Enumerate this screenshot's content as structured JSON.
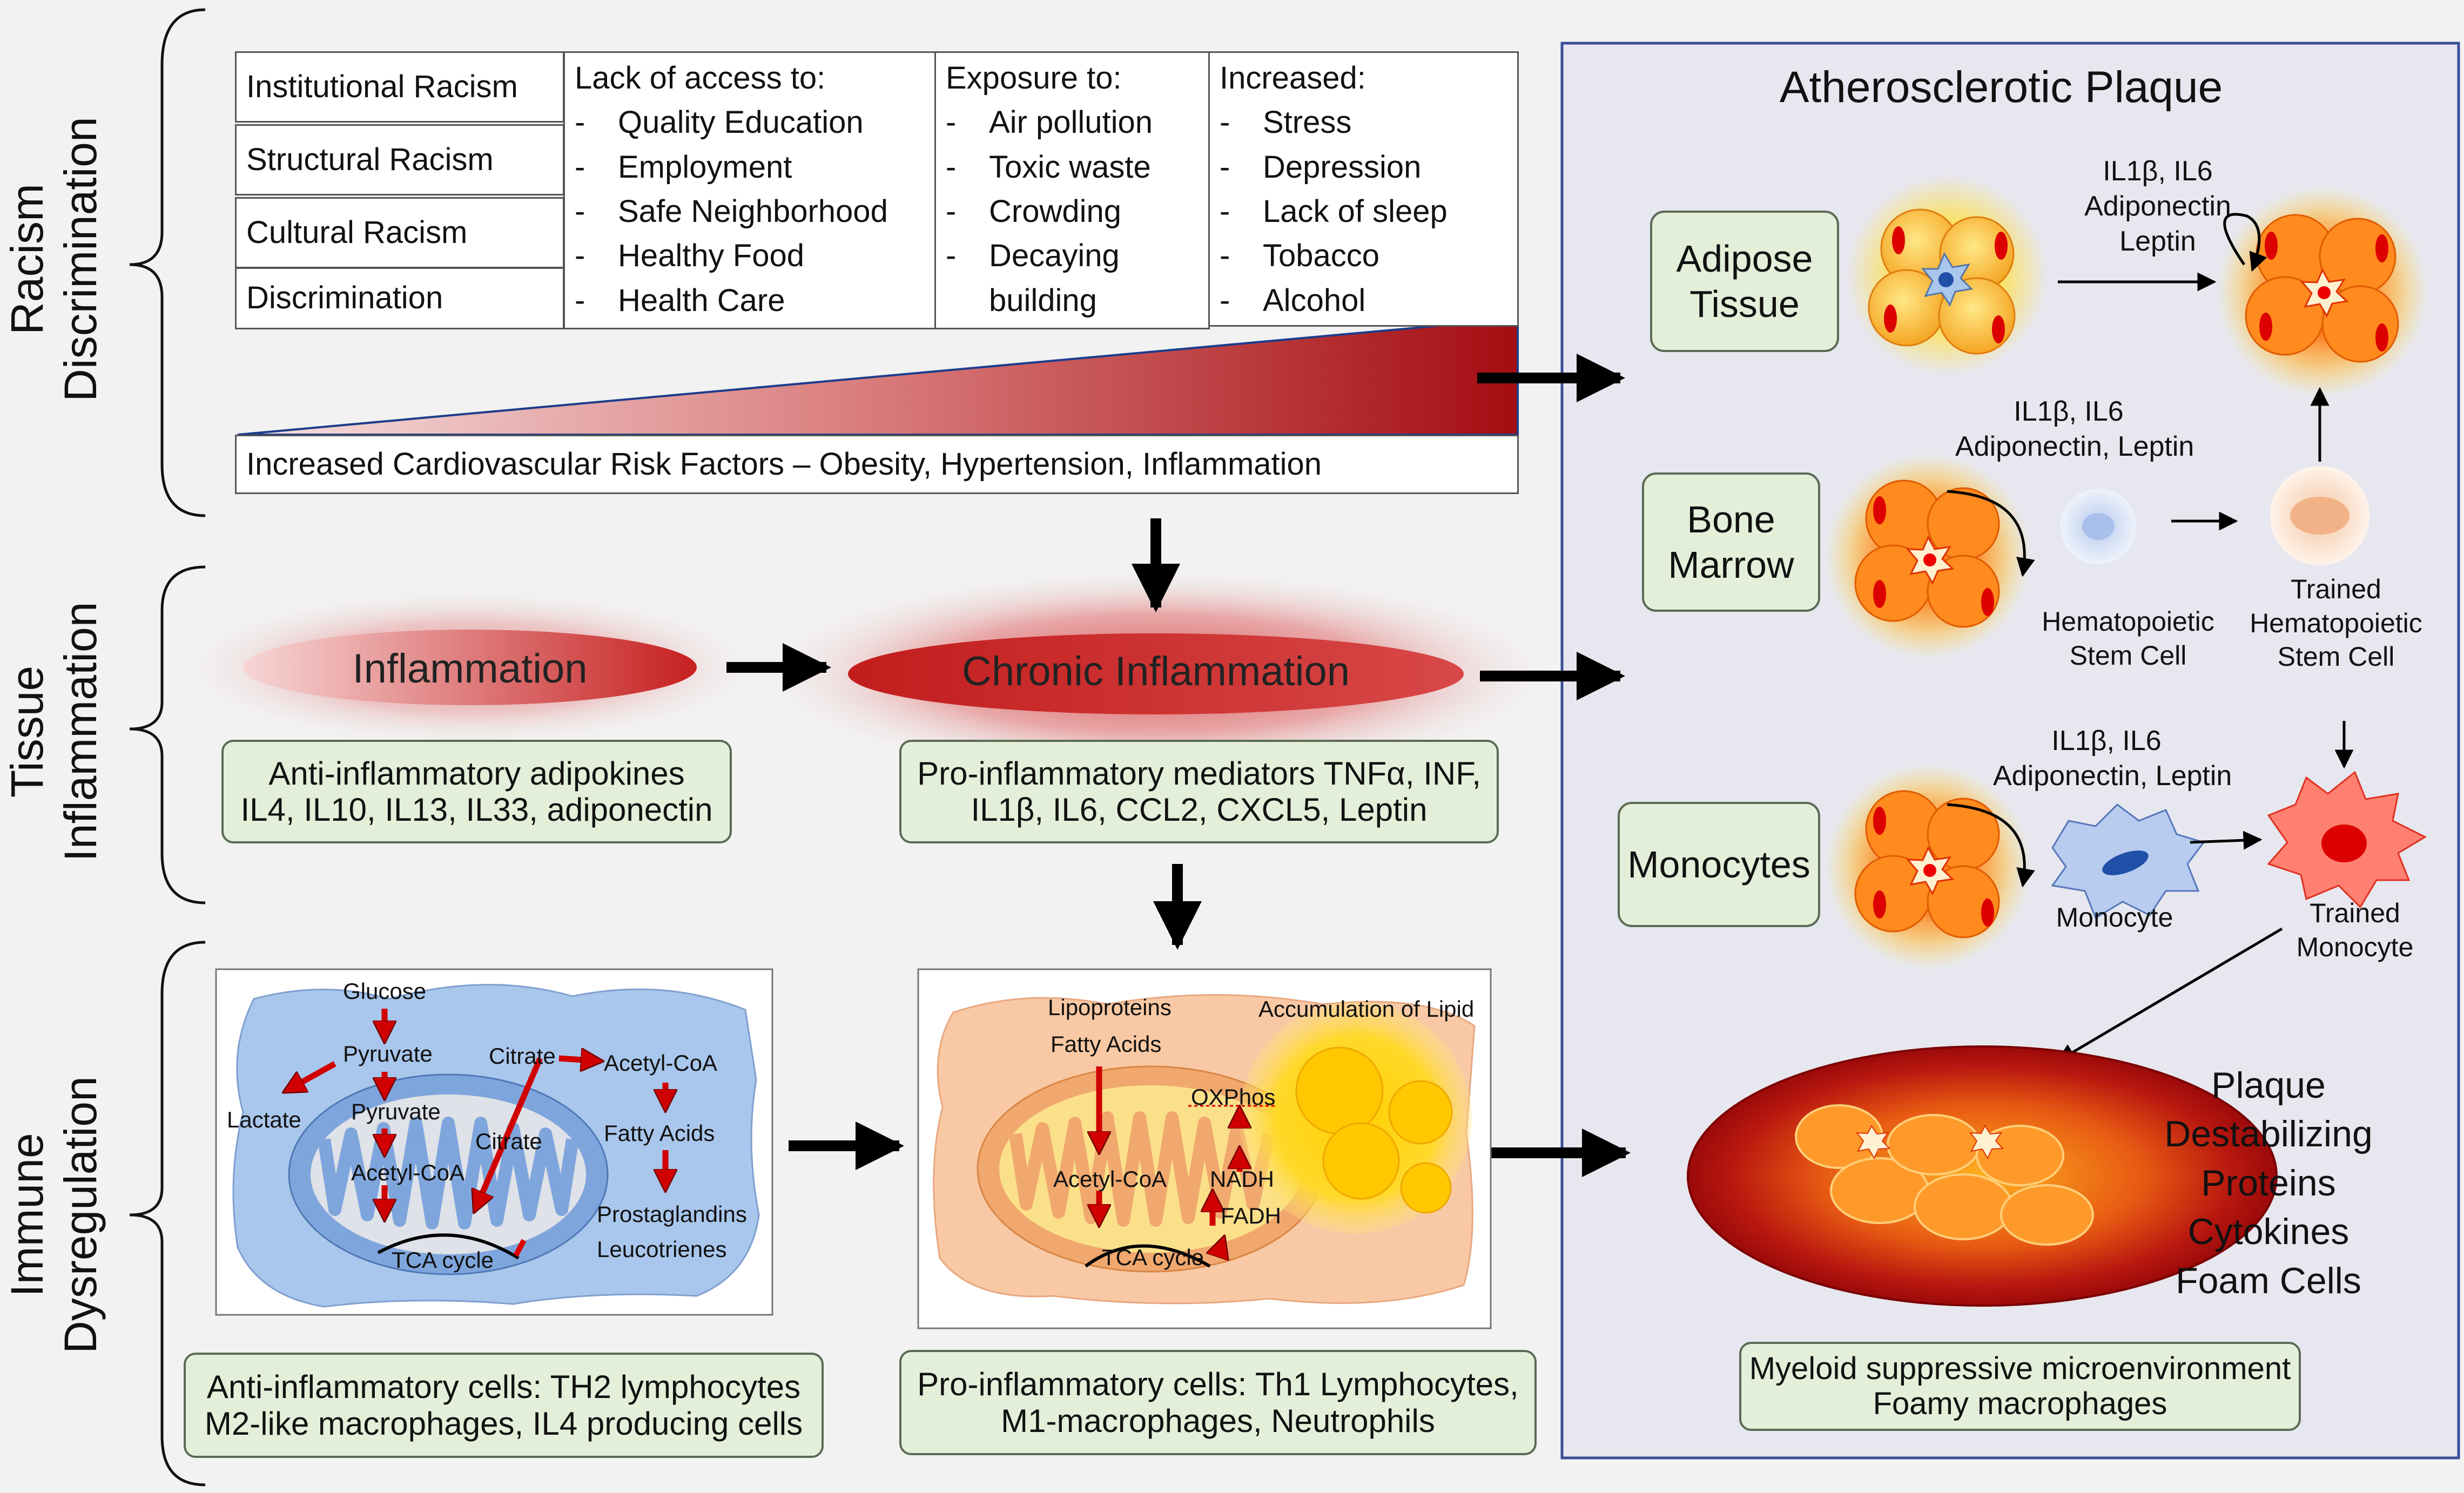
{
  "sections": {
    "racism": [
      "Racism",
      "Discrimination"
    ],
    "tissue": [
      "Tissue",
      "Inflammation"
    ],
    "immune": [
      "Immune",
      "Dysregulation"
    ]
  },
  "racism_types": [
    "Institutional Racism",
    "Structural Racism",
    "Cultural Racism",
    "Discrimination"
  ],
  "lack_access": {
    "heading": "Lack of access to:",
    "items": [
      "Quality Education",
      "Employment",
      "Safe Neighborhood",
      "Healthy Food",
      "Health Care"
    ]
  },
  "exposure": {
    "heading": "Exposure to:",
    "items": [
      "Air pollution",
      "Toxic waste",
      "Crowding",
      "Decaying",
      "building"
    ]
  },
  "increased": {
    "heading": "Increased:",
    "items": [
      "Stress",
      "Depression",
      "Lack of sleep",
      "Tobacco",
      "Alcohol"
    ]
  },
  "risk_factors": "Increased Cardiovascular Risk Factors – Obesity, Hypertension,  Inflammation",
  "inflammation": "Inflammation",
  "chronic_inflammation": "Chronic Inflammation",
  "anti_adipokines": [
    "Anti-inflammatory adipokines",
    "IL4, IL10, IL13, IL33, adiponectin"
  ],
  "pro_mediators": [
    "Pro-inflammatory mediators TNFα, INF,",
    "IL1β, IL6, CCL2, CXCL5, Leptin"
  ],
  "anti_metabolism": {
    "glucose": "Glucose",
    "pyruvate1": "Pyruvate",
    "lactate": "Lactate",
    "pyruvate2": "Pyruvate",
    "acetyl": "Acetyl-CoA",
    "tca": "TCA cycle",
    "citrate1": "Citrate",
    "citrate2": "Citrate",
    "acetyl2": "Acetyl-CoA",
    "fatty": "Fatty Acids",
    "prostaglandins": "Prostaglandins",
    "leucotrienes": "Leucotrienes"
  },
  "pro_metabolism": {
    "lipoproteins": "Lipoproteins",
    "fatty": "Fatty Acids",
    "accumulation": "Accumulation of Lipid",
    "oxphos": "OXPhos",
    "acetyl": "Acetyl-CoA",
    "nadh": "NADH",
    "fadh": "FADH",
    "tca": "TCA cycle"
  },
  "anti_cells": [
    "Anti-inflammatory cells: TH2 lymphocytes",
    "M2-like macrophages, IL4 producing cells"
  ],
  "pro_cells": [
    "Pro-inflammatory cells: Th1 Lymphocytes,",
    "M1-macrophages, Neutrophils"
  ],
  "plaque": {
    "title": "Atherosclerotic Plaque",
    "adipose": [
      "Adipose",
      "Tissue"
    ],
    "bone": [
      "Bone",
      "Marrow"
    ],
    "monocytes_label": "Monocytes",
    "mediators_top": [
      "IL1β, IL6",
      "Adiponectin",
      "Leptin"
    ],
    "mediators_mid": [
      "IL1β, IL6",
      "Adiponectin, Leptin"
    ],
    "mediators_low": [
      "IL1β, IL6",
      "Adiponectin, Leptin"
    ],
    "hsc": [
      "Hematopoietic",
      "Stem Cell"
    ],
    "trained_hsc": [
      "Trained",
      "Hematopoietic",
      "Stem Cell"
    ],
    "monocyte": "Monocyte",
    "trained_monocyte": [
      "Trained",
      "Monocyte"
    ],
    "destabilizing": [
      "Plaque Destabilizing",
      "Proteins",
      "Cytokines",
      "Foam Cells"
    ],
    "myeloid": [
      "Myeloid suppressive microenvironment",
      "Foamy macrophages"
    ]
  }
}
